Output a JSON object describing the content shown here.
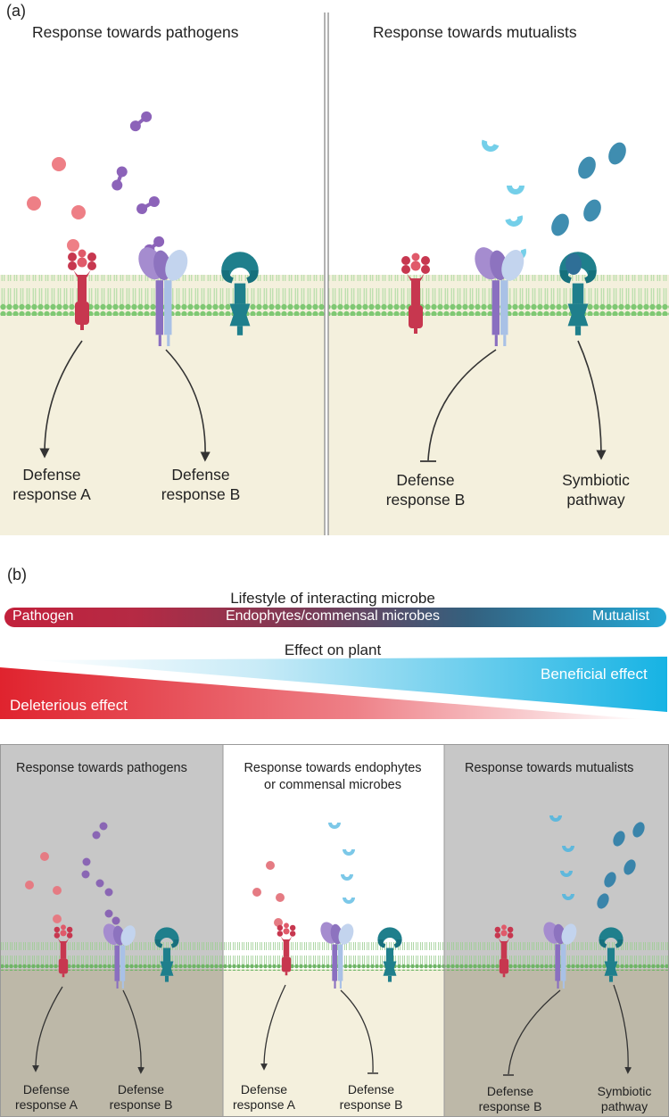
{
  "panel_a": {
    "label": "(a)",
    "left": {
      "title": "Response towards pathogens",
      "outcome_1": [
        "Defense",
        "response A"
      ],
      "outcome_2": [
        "Defense",
        "response B"
      ]
    },
    "right": {
      "title": "Response towards mutualists",
      "outcome_1": [
        "Defense",
        "response B"
      ],
      "outcome_2": [
        "Symbiotic",
        "pathway"
      ]
    }
  },
  "panel_b": {
    "label": "(b)",
    "lifestyle_bar": {
      "title": "Lifestyle of interacting microbe",
      "left": "Pathogen",
      "middle": "Endophytes/commensal microbes",
      "right": "Mutualist"
    },
    "effect": {
      "title": "Effect on plant",
      "beneficial": "Beneficial effect",
      "deleterious": "Deleterious effect"
    },
    "columns": [
      {
        "title": [
          "Response towards pathogens"
        ],
        "outcome_1": [
          "Defense",
          "response A"
        ],
        "outcome_2": [
          "Defense",
          "response B"
        ]
      },
      {
        "title": [
          "Response towards endophytes",
          "or commensal microbes"
        ],
        "outcome_1": [
          "Defense",
          "response A"
        ],
        "outcome_2": [
          "Defense",
          "response B"
        ]
      },
      {
        "title": [
          "Response towards mutualists"
        ],
        "outcome_1": [
          "Defense",
          "response B"
        ],
        "outcome_2": [
          "Symbiotic",
          "pathway"
        ]
      }
    ]
  },
  "colors": {
    "pathogen_red": "#d2384f",
    "receptor_purple": "#9b7fc4",
    "receptor_lightblue": "#a9c2e6",
    "receptor_teal": "#1f7f8c",
    "mutualist_blue": "#5bc4e4",
    "membrane_green": "#8fcf84",
    "cytoplasm": "#f5f1e0",
    "grey_panel": "#c8c8c8"
  }
}
